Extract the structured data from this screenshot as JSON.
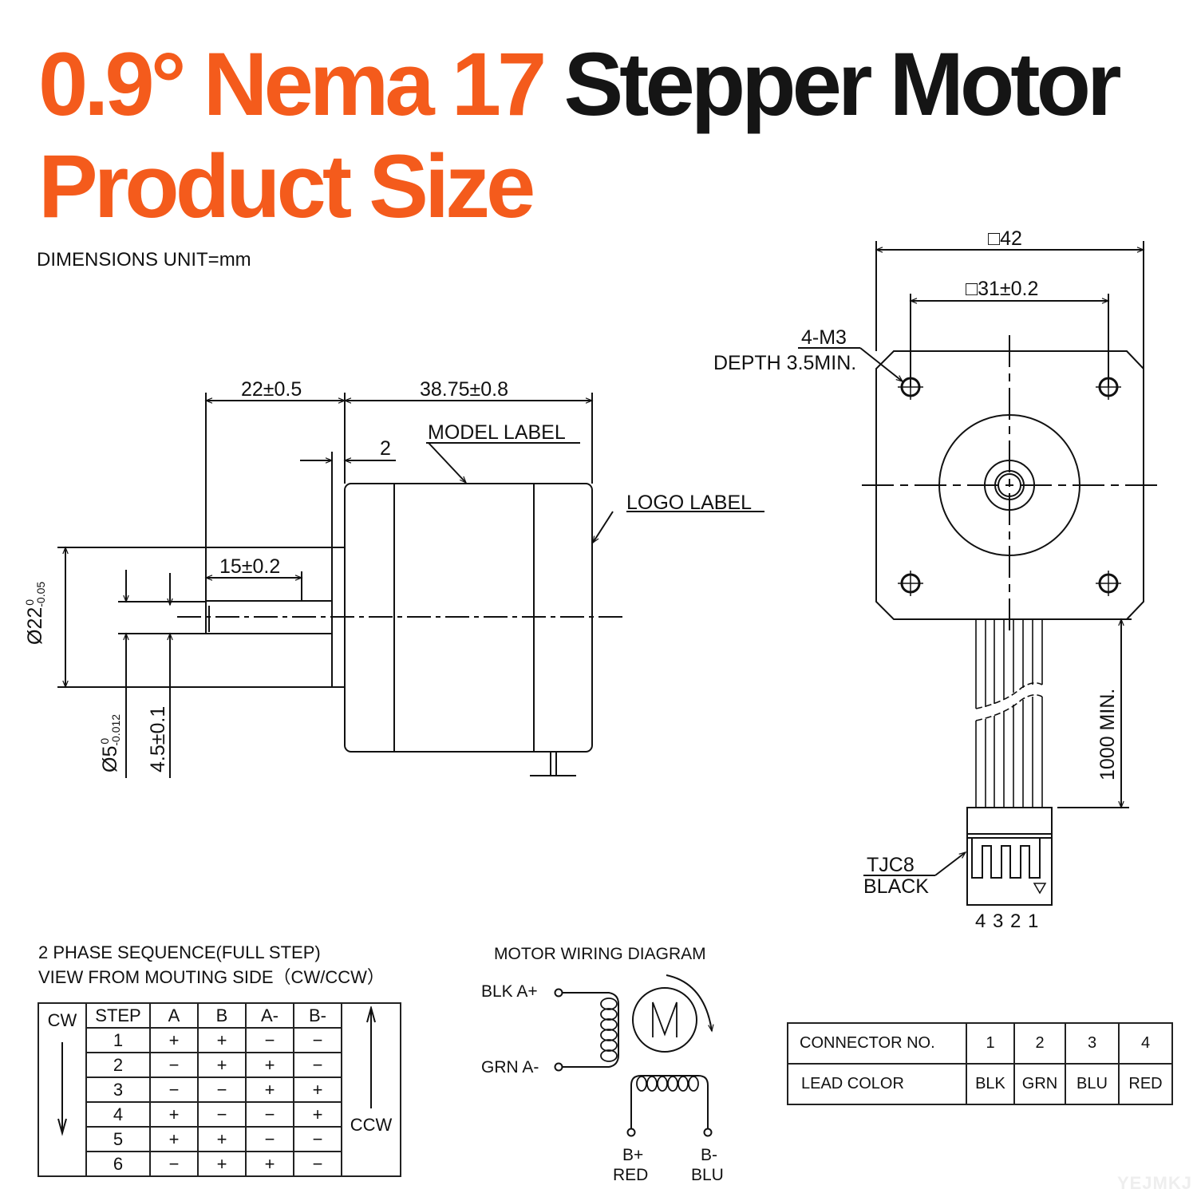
{
  "header": {
    "title_orange_line1": "0.9° Nema 17",
    "title_black_line1": "Stepper Motor",
    "title_orange_line2": "Product Size",
    "accent_color": "#F45B1C",
    "subtitle": "DIMENSIONS UNIT=mm"
  },
  "side_view": {
    "dim_shaft_length": "22±0.5",
    "dim_body_length": "38.75±0.8",
    "dim_boss_height": "2",
    "dim_flat_length": "15±0.2",
    "dim_boss_diameter": "Ø22",
    "dim_boss_diameter_tol_upper": "0",
    "dim_boss_diameter_tol_lower": "-0.05",
    "dim_shaft_diameter": "Ø5",
    "dim_shaft_diameter_tol_upper": "0",
    "dim_shaft_diameter_tol_lower": "-0.012",
    "dim_flat_depth": "4.5±0.1",
    "model_label": "MODEL LABEL",
    "logo_label": "LOGO LABEL"
  },
  "front_view": {
    "dim_frame": "□42",
    "dim_hole_spacing": "□31±0.2",
    "hole_callout_line1": "4-M3",
    "hole_callout_line2": "DEPTH 3.5MIN.",
    "lead_length": "1000 MIN.",
    "connector_line1": "TJC8",
    "connector_line2": "BLACK",
    "pin_numbers": "4 3 2 1"
  },
  "phase_sequence": {
    "title_line1": "2 PHASE SEQUENCE(FULL STEP)",
    "title_line2": "VIEW FROM MOUTING SIDE（CW/CCW）",
    "cw_label": "CW",
    "ccw_label": "CCW",
    "headers": [
      "STEP",
      "A",
      "B",
      "A-",
      "B-"
    ],
    "rows": [
      [
        "1",
        "+",
        "+",
        "−",
        "−"
      ],
      [
        "2",
        "−",
        "+",
        "+",
        "−"
      ],
      [
        "3",
        "−",
        "−",
        "+",
        "+"
      ],
      [
        "4",
        "+",
        "−",
        "−",
        "+"
      ],
      [
        "5",
        "+",
        "+",
        "−",
        "−"
      ],
      [
        "6",
        "−",
        "+",
        "+",
        "−"
      ]
    ]
  },
  "wiring_diagram": {
    "title": "MOTOR WIRING  DIAGRAM",
    "a_plus": "BLK  A+",
    "a_minus": "GRN  A-",
    "b_plus_line1": "B+",
    "b_plus_line2": "RED",
    "b_minus_line1": "B-",
    "b_minus_line2": "BLU",
    "motor_symbol": "M"
  },
  "connector_table": {
    "row1_label": "CONNECTOR NO.",
    "row1_values": [
      "1",
      "2",
      "3",
      "4"
    ],
    "row2_label": "LEAD COLOR",
    "row2_values": [
      "BLK",
      "GRN",
      "BLU",
      "RED"
    ]
  },
  "watermark": "YEJMKJ"
}
